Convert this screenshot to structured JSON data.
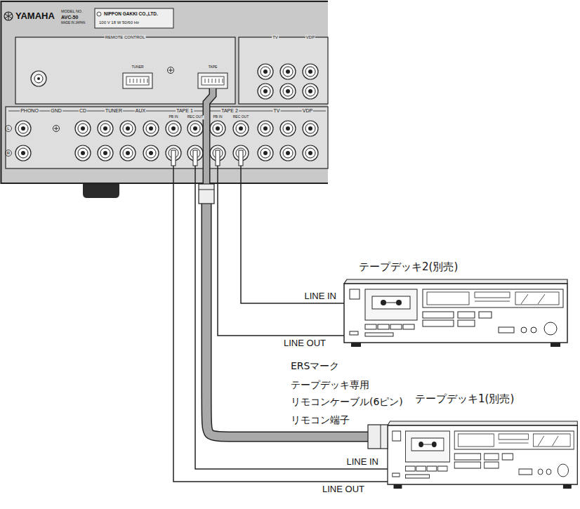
{
  "diagram": {
    "nodes": [
      {
        "text": [
          "YAMAHA",
          "MODEL NO.",
          "AVC-50",
          "MADE IN JAPAN",
          "NIPPON GAKKI CO.,LTD.",
          "100 V 18 W 50/60 Hz",
          "REMOTE CONTROL",
          "TUNER",
          "TAPE",
          "TV",
          "VDP",
          "PHONO",
          "GND",
          "CD",
          "TUNER",
          "AUX",
          "TAPE 1",
          "TAPE 2",
          "TV",
          "VDP",
          "PB IN",
          "REC OUT",
          "PB IN",
          "REC OUT",
          "L",
          "R"
        ]
      },
      {
        "text": [
          "テープデッキ2(別売)"
        ]
      },
      {
        "text": [
          "テープデッキ1(別売)"
        ]
      }
    ],
    "edges": [
      {
        "from": 0,
        "to": 1,
        "arrow": "none",
        "label": "LINE IN"
      },
      {
        "from": 0,
        "to": 1,
        "arrow": "none",
        "label": "LINE OUT"
      },
      {
        "from": 0,
        "to": 2,
        "arrow": "none",
        "label": "LINE IN"
      },
      {
        "from": 0,
        "to": 2,
        "arrow": "none",
        "label": "LINE OUT"
      },
      {
        "from": 0,
        "to": 2,
        "arrow": "none"
      }
    ],
    "labels": [
      "ERSマーク",
      "テープデッキ専用",
      "リモコンケーブル(6ピン)",
      "リモコン端子"
    ]
  }
}
